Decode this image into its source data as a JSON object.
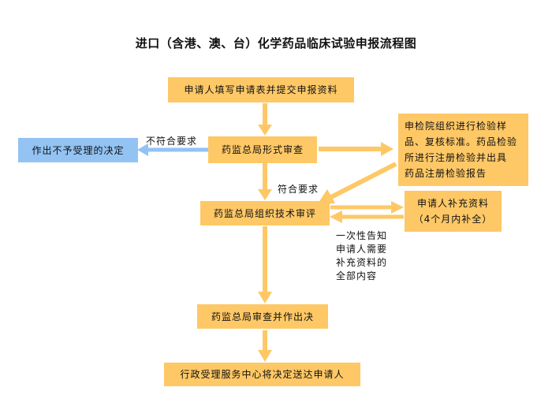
{
  "title": "进口（含港、澳、台）化学药品临床试验申报流程图",
  "nodes": {
    "step1": "申请人填写申请表并提交申报资料",
    "step2": "药监总局形式审查",
    "rejection": "作出不予受理的决定",
    "inspection_lines": [
      "申检院组织进行检验样",
      "品、复核标准。药品检验",
      "所进行注册检验并出具",
      "药品注册检验报告"
    ],
    "step3": "药监总局组织技术审评",
    "supplement_lines": [
      "申请人补充资料",
      "（4个月内补全）"
    ],
    "step4": "药监总局审查并作出决",
    "step5": "行政受理服务中心将决定送达申请人"
  },
  "edge_labels": {
    "not_meet": "不符合要求",
    "meet": "符合要求",
    "notify_lines": [
      "一次性告知",
      "申请人需要",
      "补充资料的",
      "全部内容"
    ]
  },
  "colors": {
    "box_fill": "#fec866",
    "reject_fill": "#93c3f3",
    "arrow": "#fec866",
    "reject_arrow": "#93c3f3"
  }
}
